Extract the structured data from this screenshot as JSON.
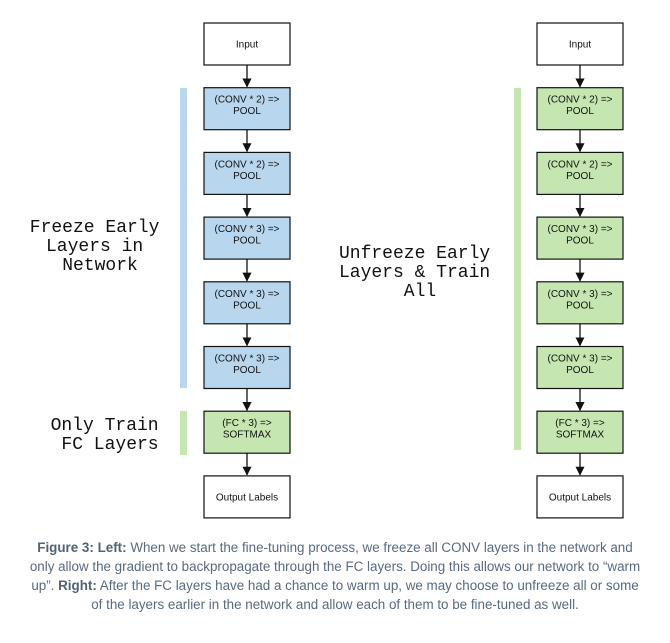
{
  "colors": {
    "frozen_fill": "#b8d7ef",
    "frozen_bar": "#b8d7ef",
    "train_fill": "#c5e6b0",
    "train_bar": "#c5e6b0",
    "white_fill": "#ffffff",
    "stroke": "#111111"
  },
  "left": {
    "blocks": [
      {
        "lines": [
          "Input"
        ],
        "style": "white"
      },
      {
        "lines": [
          "(CONV * 2) =>",
          "POOL"
        ],
        "style": "frozen"
      },
      {
        "lines": [
          "(CONV * 2) =>",
          "POOL"
        ],
        "style": "frozen"
      },
      {
        "lines": [
          "(CONV * 3) =>",
          "POOL"
        ],
        "style": "frozen"
      },
      {
        "lines": [
          "(CONV * 3) =>",
          "POOL"
        ],
        "style": "frozen"
      },
      {
        "lines": [
          "(CONV * 3) =>",
          "POOL"
        ],
        "style": "frozen"
      },
      {
        "lines": [
          "(FC * 3) =>",
          "SOFTMAX"
        ],
        "style": "train"
      },
      {
        "lines": [
          "Output Labels"
        ],
        "style": "white"
      }
    ],
    "freeze_label": [
      "Freeze Early",
      "Layers in",
      "Network"
    ],
    "train_label": [
      "Only Train",
      "FC Layers"
    ]
  },
  "right": {
    "blocks": [
      {
        "lines": [
          "Input"
        ],
        "style": "white"
      },
      {
        "lines": [
          "(CONV * 2) =>",
          "POOL"
        ],
        "style": "train"
      },
      {
        "lines": [
          "(CONV * 2) =>",
          "POOL"
        ],
        "style": "train"
      },
      {
        "lines": [
          "(CONV * 3) =>",
          "POOL"
        ],
        "style": "train"
      },
      {
        "lines": [
          "(CONV * 3) =>",
          "POOL"
        ],
        "style": "train"
      },
      {
        "lines": [
          "(CONV * 3) =>",
          "POOL"
        ],
        "style": "train"
      },
      {
        "lines": [
          "(FC * 3) =>",
          "SOFTMAX"
        ],
        "style": "train"
      },
      {
        "lines": [
          "Output Labels"
        ],
        "style": "white"
      }
    ],
    "unfreeze_label": [
      "Unfreeze Early",
      "Layers & Train",
      "All"
    ]
  },
  "caption": {
    "figure": "Figure 3:",
    "left_label": "Left:",
    "left_text": "When we start the fine-tuning process, we freeze all CONV layers in the network and only allow the gradient to backpropagate through the FC layers. Doing this allows our network to “warm up”.",
    "right_label": "Right:",
    "right_text": "After the FC layers have had a chance to warm up, we may choose to unfreeze all or some of the layers earlier in the network and allow each of them to be fine-tuned as well."
  }
}
